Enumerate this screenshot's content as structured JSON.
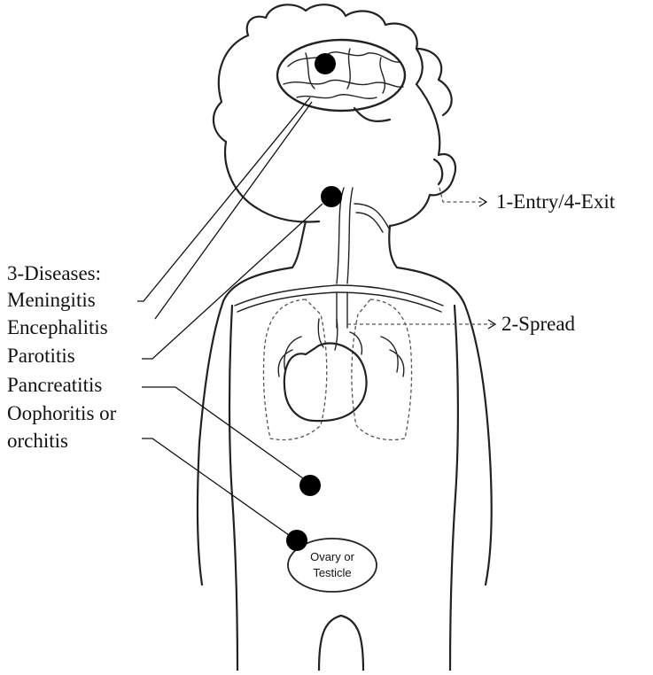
{
  "labels": {
    "entry_exit": "1-Entry/4-Exit",
    "spread": "2-Spread",
    "diseases_header": "3-Diseases:",
    "meningitis": "Meningitis",
    "encephalitis": "Encephalitis",
    "parotitis": "Parotitis",
    "pancreatitis": "Pancreatitis",
    "oophoritis_line1": "Oophoritis or",
    "oophoritis_line2": "orchitis",
    "organ_line1": "Ovary or",
    "organ_line2": "Testicle"
  }
}
